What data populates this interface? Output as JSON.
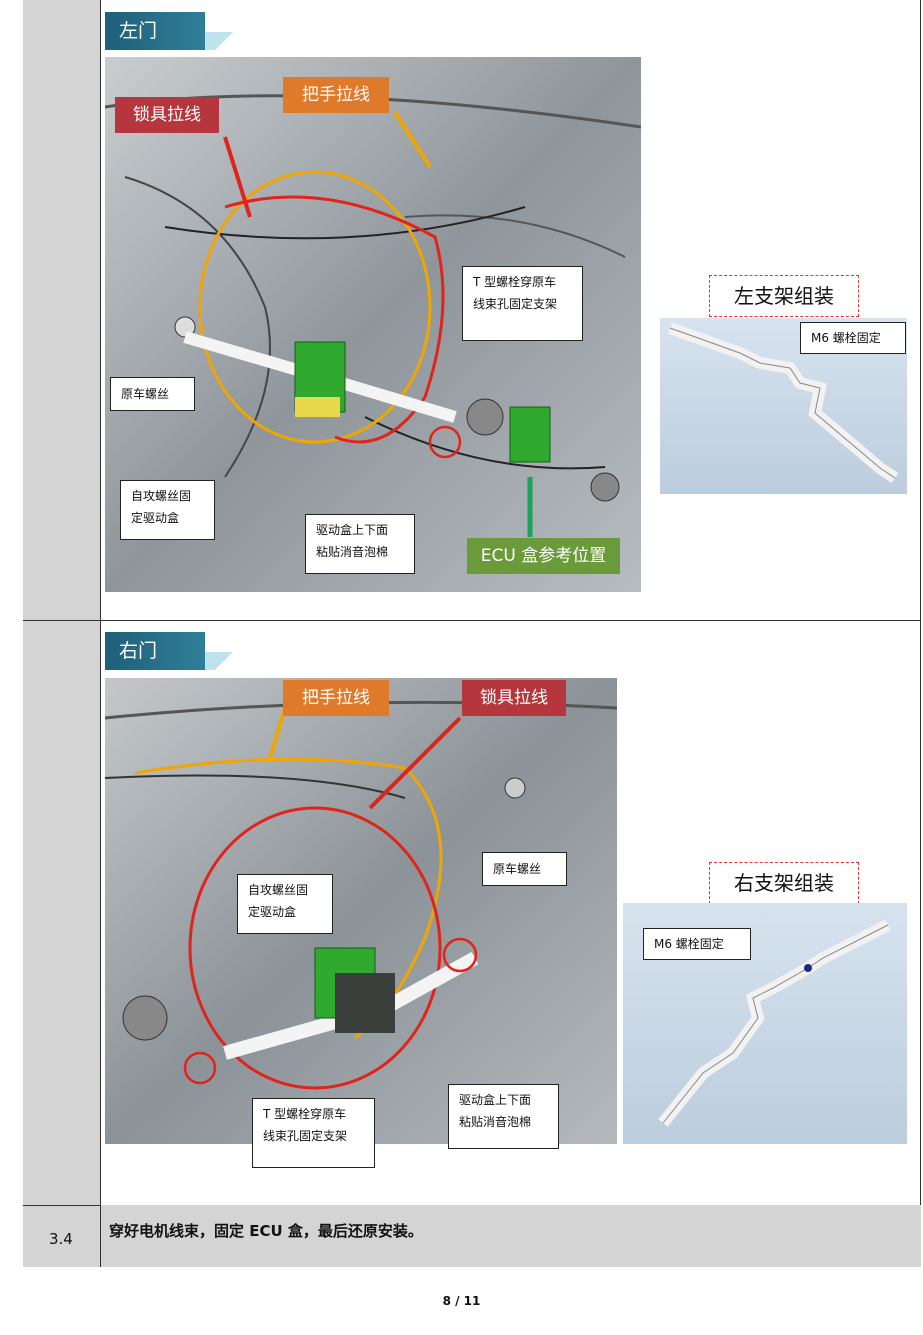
{
  "left_door": {
    "section_title": "左门",
    "tags": {
      "lock_cable": "锁具拉线",
      "handle_cable": "把手拉线",
      "ecu_ref": "ECU 盒参考位置"
    },
    "callouts": {
      "t_bolt": [
        "T  型螺栓穿原车",
        "线束孔固定支架"
      ],
      "orig_screw": "原车螺丝",
      "self_tap": [
        "自攻螺丝固",
        "定驱动盒"
      ],
      "foam": [
        "驱动盒上下面",
        "粘贴消音泡棉"
      ]
    },
    "bracket_title": "左支架组装",
    "bracket_callout": "M6 螺栓固定"
  },
  "right_door": {
    "section_title": "右门",
    "tags": {
      "handle_cable": "把手拉线",
      "lock_cable": "锁具拉线"
    },
    "callouts": {
      "self_tap": [
        "自攻螺丝固",
        "定驱动盒"
      ],
      "orig_screw": "原车螺丝",
      "t_bolt": [
        "T  型螺栓穿原车",
        "线束孔固定支架"
      ],
      "foam": [
        "驱动盒上下面",
        "粘贴消音泡棉"
      ]
    },
    "bracket_title": "右支架组装",
    "bracket_callout": "M6 螺栓固定"
  },
  "step": {
    "number": "3.4",
    "text": "穿好电机线束，固定 ECU 盒，最后还原安装。"
  },
  "footer": {
    "page": "8 / 11"
  },
  "colors": {
    "lock_tag": "#b5363d",
    "handle_tag": "#e07a2b",
    "ecu_tag": "#6a9a3a",
    "red_ring": "#e0241c",
    "orange_ring": "#f0a500",
    "green_arrow": "#1aa35a"
  }
}
